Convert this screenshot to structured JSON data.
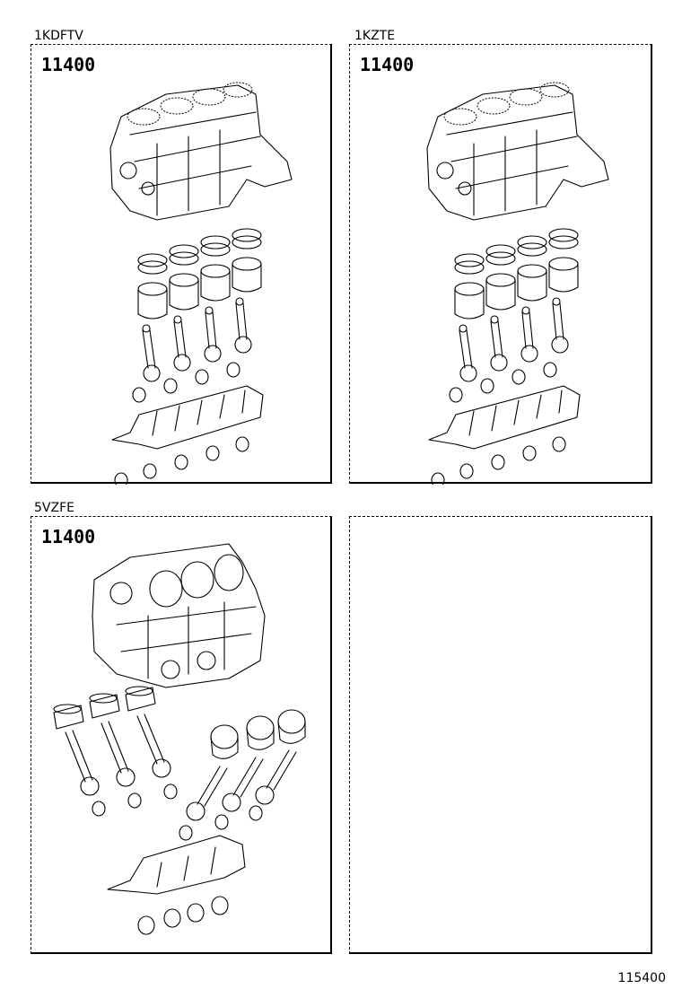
{
  "panels": [
    {
      "engine": "1KDFTV",
      "part_number": "11400",
      "illustration": "4-cylinder short block assembly: cylinder block, 4 piston ring sets, 4 pistons, 4 connecting rods, rod bearings, crankshaft, main bearings, thrust washers"
    },
    {
      "engine": "1KZTE",
      "part_number": "11400",
      "illustration": "4-cylinder short block assembly: cylinder block, 4 piston ring sets, 4 pistons, 4 connecting rods, rod bearings, crankshaft, main bearings, thrust washers"
    },
    {
      "engine": "5VZFE",
      "part_number": "11400",
      "illustration": "V6 short block assembly: cylinder block, 6 pistons with connecting rods, rod bearings, crankshaft, main bearings"
    },
    {
      "engine": "",
      "part_number": "",
      "illustration": ""
    }
  ],
  "footer": {
    "figure_code": "115400"
  }
}
